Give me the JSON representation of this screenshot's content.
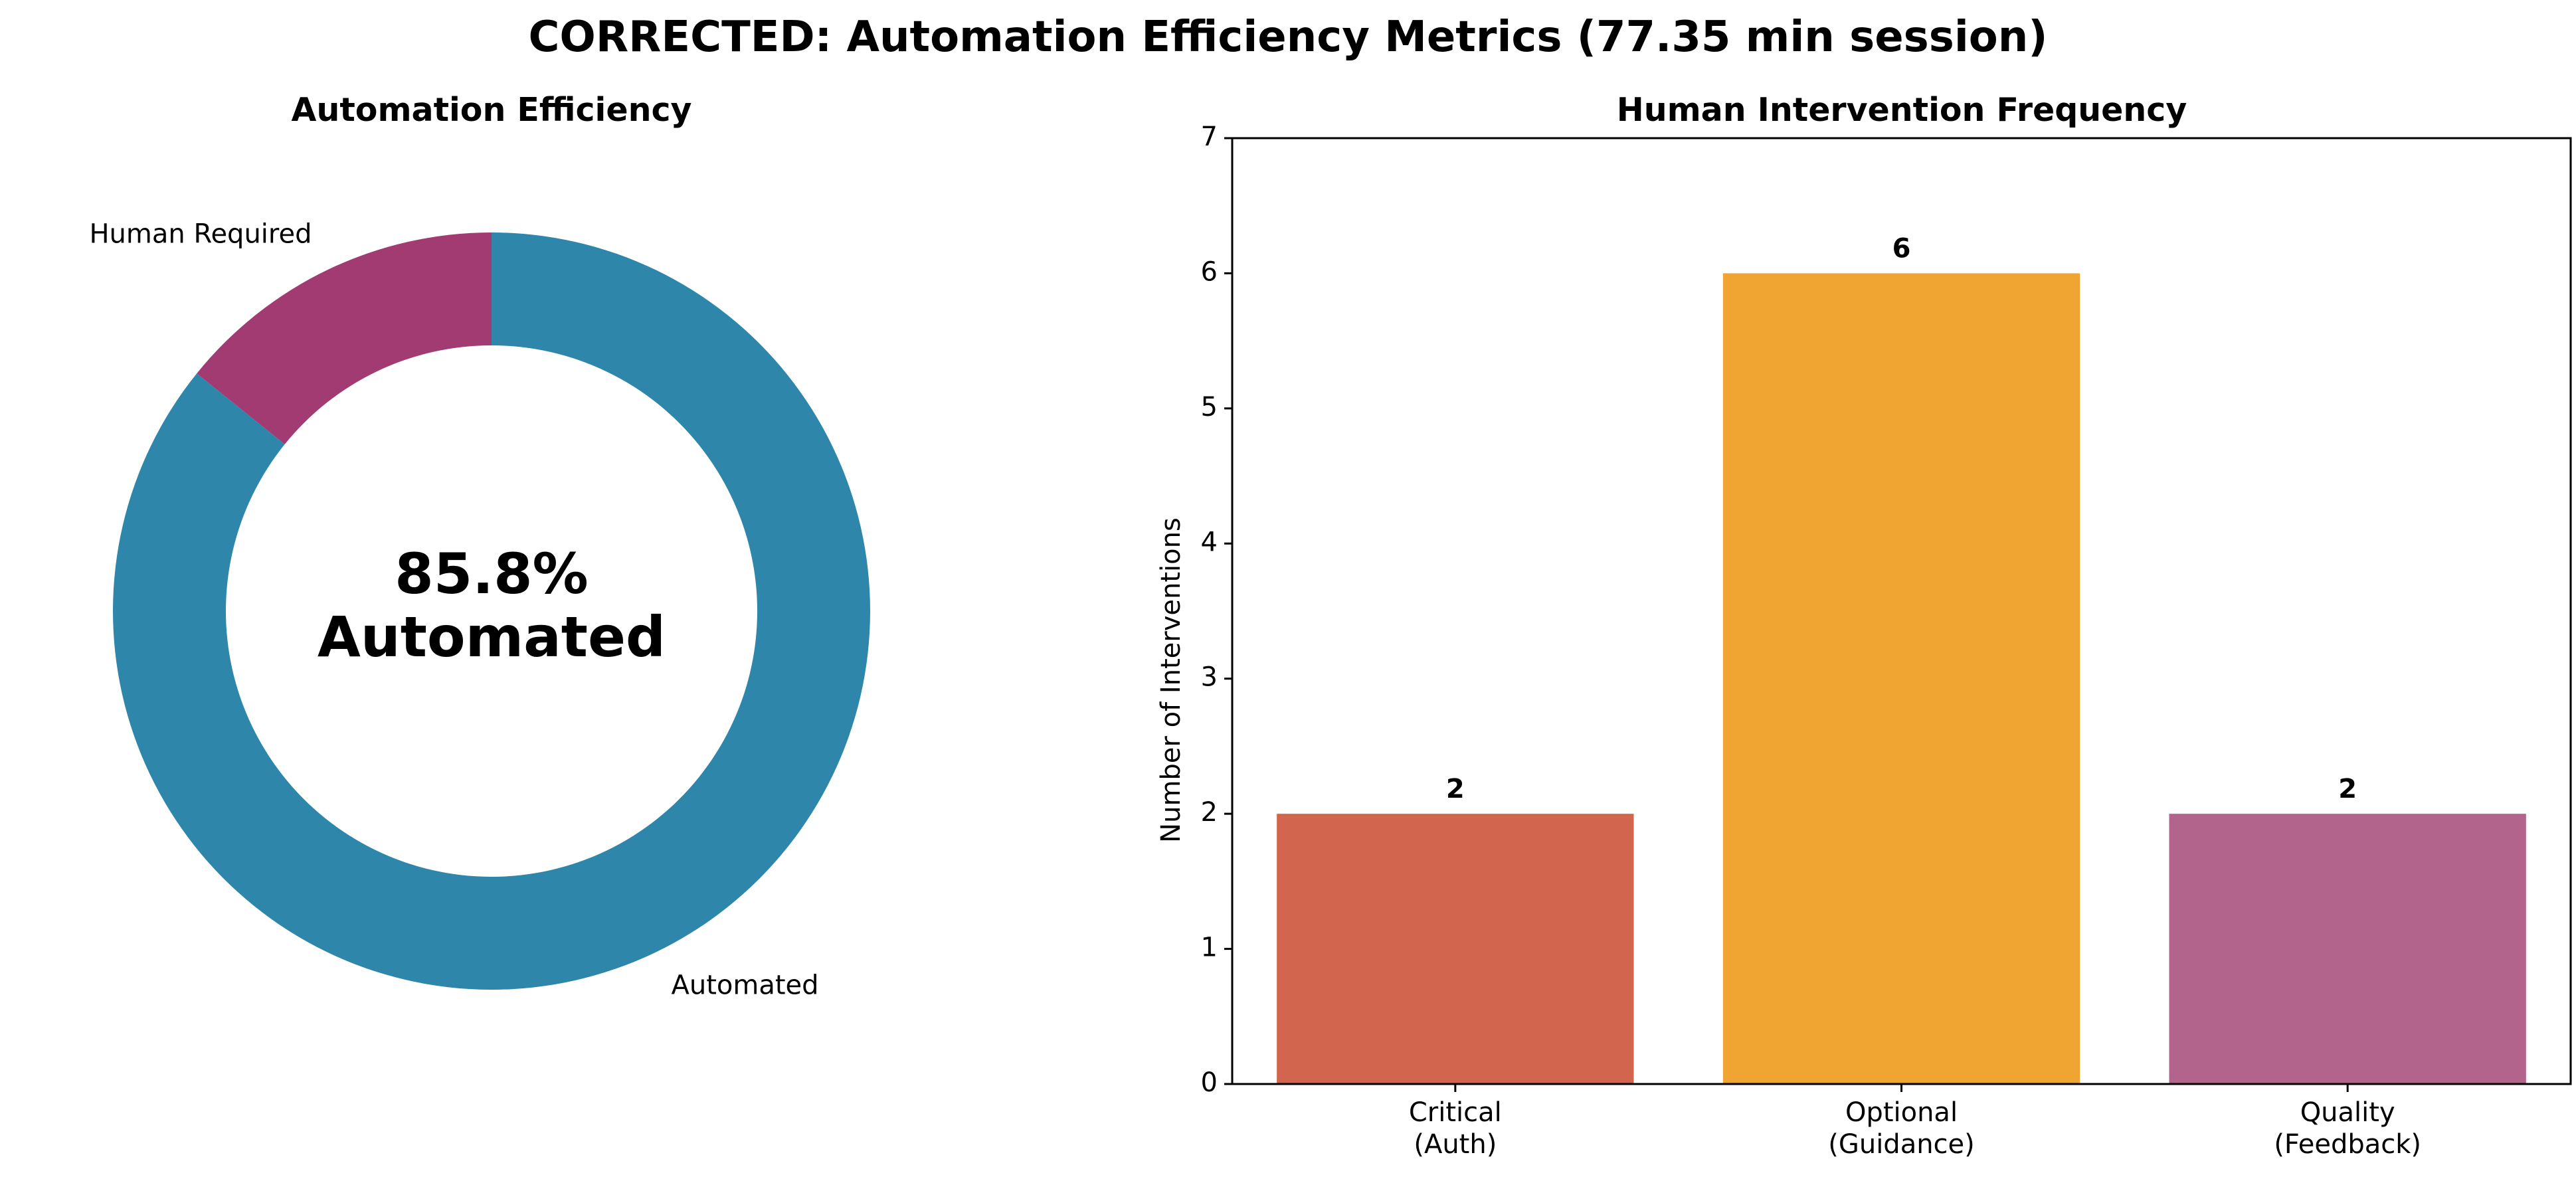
{
  "figure": {
    "suptitle": "CORRECTED: Automation Efficiency Metrics (77.35 min session)"
  },
  "chart_data": [
    {
      "type": "pie",
      "style": "donut",
      "title": "Automation Efficiency",
      "slices": [
        {
          "label": "Automated",
          "value": 85.8,
          "color": "#2E86AB"
        },
        {
          "label": "Human Required",
          "value": 14.2,
          "color": "#A23B72"
        }
      ],
      "center_text": {
        "line1": "85.8%",
        "line2": "Automated",
        "color": "#2E86AB"
      }
    },
    {
      "type": "bar",
      "title": "Human Intervention Frequency",
      "xlabel": "",
      "ylabel": "Number of Interventions",
      "categories": [
        {
          "line1": "Critical",
          "line2": "(Auth)"
        },
        {
          "line1": "Optional",
          "line2": "(Guidance)"
        },
        {
          "line1": "Quality",
          "line2": "(Feedback)"
        }
      ],
      "values": [
        2,
        6,
        2
      ],
      "value_labels": [
        "2",
        "6",
        "2"
      ],
      "colors": [
        "#D1654E",
        "#F0A431",
        "#B2648D"
      ],
      "ylim": [
        0,
        7
      ],
      "yticks": [
        "0",
        "1",
        "2",
        "3",
        "4",
        "5",
        "6",
        "7"
      ],
      "grid": false,
      "legend": "none"
    }
  ]
}
